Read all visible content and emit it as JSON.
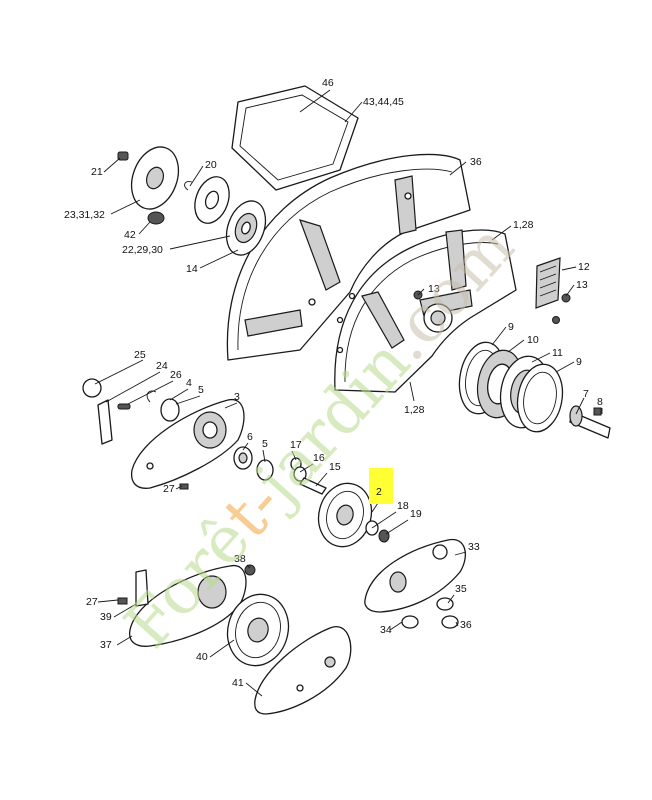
{
  "diagram": {
    "callouts": [
      {
        "id": "c46",
        "label": "46"
      },
      {
        "id": "c43",
        "label": "43,44,45"
      },
      {
        "id": "c21",
        "label": "21"
      },
      {
        "id": "c20",
        "label": "20"
      },
      {
        "id": "c23",
        "label": "23,31,32"
      },
      {
        "id": "c42",
        "label": "42"
      },
      {
        "id": "c22",
        "label": "22,29,30"
      },
      {
        "id": "c14",
        "label": "14"
      },
      {
        "id": "c36",
        "label": "36"
      },
      {
        "id": "c1a",
        "label": "1,28"
      },
      {
        "id": "c12",
        "label": "12"
      },
      {
        "id": "c13a",
        "label": "13"
      },
      {
        "id": "c13b",
        "label": "13"
      },
      {
        "id": "c9a",
        "label": "9"
      },
      {
        "id": "c10",
        "label": "10"
      },
      {
        "id": "c11",
        "label": "11"
      },
      {
        "id": "c9b",
        "label": "9"
      },
      {
        "id": "c7",
        "label": "7"
      },
      {
        "id": "c8",
        "label": "8"
      },
      {
        "id": "c1b",
        "label": "1,28"
      },
      {
        "id": "c25",
        "label": "25"
      },
      {
        "id": "c24",
        "label": "24"
      },
      {
        "id": "c26",
        "label": "26"
      },
      {
        "id": "c4",
        "label": "4"
      },
      {
        "id": "c5a",
        "label": "5"
      },
      {
        "id": "c3",
        "label": "3"
      },
      {
        "id": "c6",
        "label": "6"
      },
      {
        "id": "c5b",
        "label": "5"
      },
      {
        "id": "c17",
        "label": "17"
      },
      {
        "id": "c16",
        "label": "16"
      },
      {
        "id": "c15",
        "label": "15"
      },
      {
        "id": "c27a",
        "label": "27"
      },
      {
        "id": "c2",
        "label": "2"
      },
      {
        "id": "c18",
        "label": "18"
      },
      {
        "id": "c19",
        "label": "19"
      },
      {
        "id": "c33",
        "label": "33"
      },
      {
        "id": "c38",
        "label": "38"
      },
      {
        "id": "c27b",
        "label": "27"
      },
      {
        "id": "c39",
        "label": "39"
      },
      {
        "id": "c35",
        "label": "35"
      },
      {
        "id": "c37",
        "label": "37"
      },
      {
        "id": "c34",
        "label": "34"
      },
      {
        "id": "c36b",
        "label": "36"
      },
      {
        "id": "c40",
        "label": "40"
      },
      {
        "id": "c41",
        "label": "41"
      }
    ]
  },
  "watermark": {
    "text": "Forêt-jardin.com",
    "colors": {
      "green": "#b8d98a",
      "orange": "#f4a23a",
      "tan": "#c9c0ad"
    }
  },
  "highlight_color": "#ffff33"
}
